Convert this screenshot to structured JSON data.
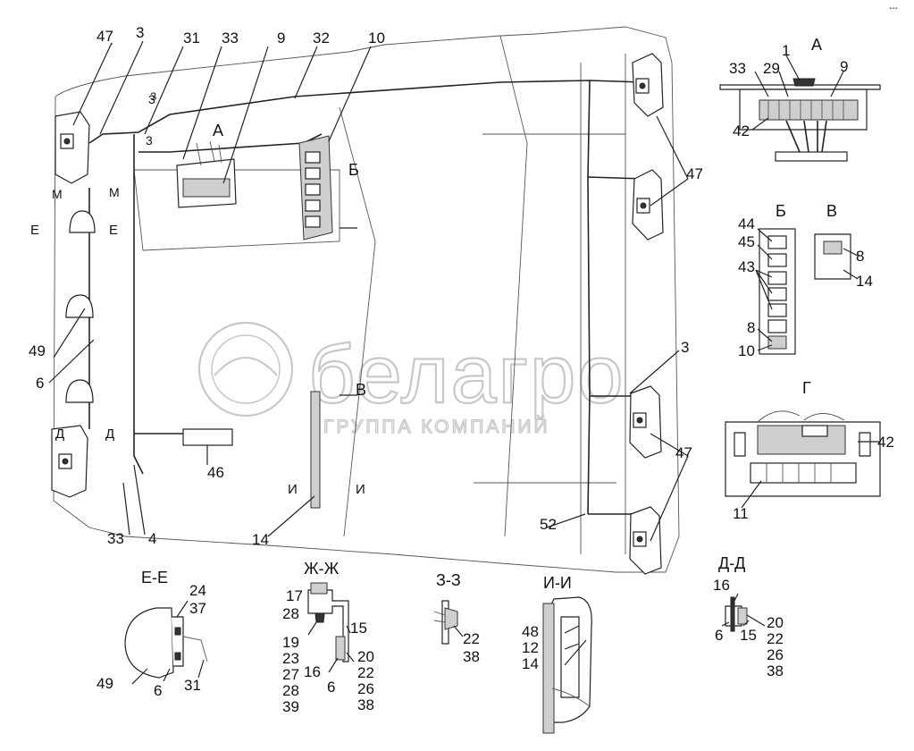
{
  "watermark": {
    "brand": "белагро",
    "subtitle": "ГРУППА КОМПАНИЙ"
  },
  "corner_mark": "---",
  "main_view": {
    "callouts_top": [
      "47",
      "3",
      "31",
      "33",
      "9",
      "32",
      "10"
    ],
    "callout_3_upper": "3",
    "callout_3_lower": "3",
    "callout_47_right_top": "47",
    "callout_47_right_bottom": "47",
    "callout_49": "49",
    "callout_6": "6",
    "callout_33_bottom": "33",
    "callout_4": "4",
    "callout_46": "46",
    "callout_14": "14",
    "callout_3_right": "3",
    "callout_52": "52",
    "view_a_marker": "A",
    "view_b_marker": "Б",
    "view_v_marker": "В",
    "section_marks": {
      "m_left": "М",
      "m_right": "М",
      "e_left": "Е",
      "e_right": "Е",
      "d_left": "Д",
      "d_right": "Д",
      "i_left": "И",
      "i_right": "И",
      "z": "З"
    }
  },
  "view_a": {
    "title": "А",
    "callouts": [
      "1",
      "33",
      "29",
      "9",
      "42"
    ]
  },
  "view_b": {
    "title": "Б",
    "callouts": [
      "44",
      "45",
      "43",
      "8",
      "10"
    ]
  },
  "view_v": {
    "title": "В",
    "callouts": [
      "8",
      "14"
    ]
  },
  "view_g": {
    "title": "Г",
    "callouts": [
      "42",
      "11"
    ]
  },
  "section_ee": {
    "title": "Е-Е",
    "callouts": [
      "24",
      "37",
      "49",
      "6",
      "31"
    ]
  },
  "section_zhzh": {
    "title": "Ж-Ж",
    "callouts": [
      "17",
      "28",
      "15",
      "19",
      "23",
      "27",
      "28",
      "39",
      "16",
      "6",
      "20",
      "22",
      "26",
      "38"
    ]
  },
  "section_zz": {
    "title": "З-З",
    "callouts": [
      "22",
      "38"
    ]
  },
  "section_ii": {
    "title": "И-И",
    "callouts": [
      "48",
      "12",
      "14"
    ]
  },
  "section_dd": {
    "title": "Д-Д",
    "callouts": [
      "16",
      "6",
      "15",
      "20",
      "22",
      "26",
      "38"
    ]
  }
}
